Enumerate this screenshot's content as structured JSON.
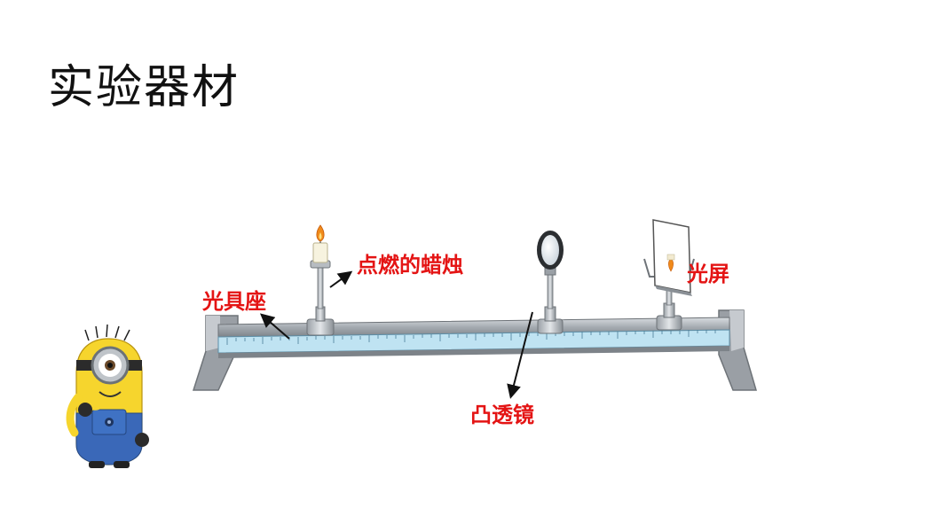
{
  "slide": {
    "title": "实验器材"
  },
  "labels": {
    "candle": "点燃的蜡烛",
    "bench": "光具座",
    "screen": "光屏",
    "lens": "凸透镜"
  },
  "colors": {
    "label_red": "#e41414",
    "ruler_blue": "#bfe3f2",
    "rail_gray": "#8f959c",
    "flame": "#f08a1a"
  }
}
